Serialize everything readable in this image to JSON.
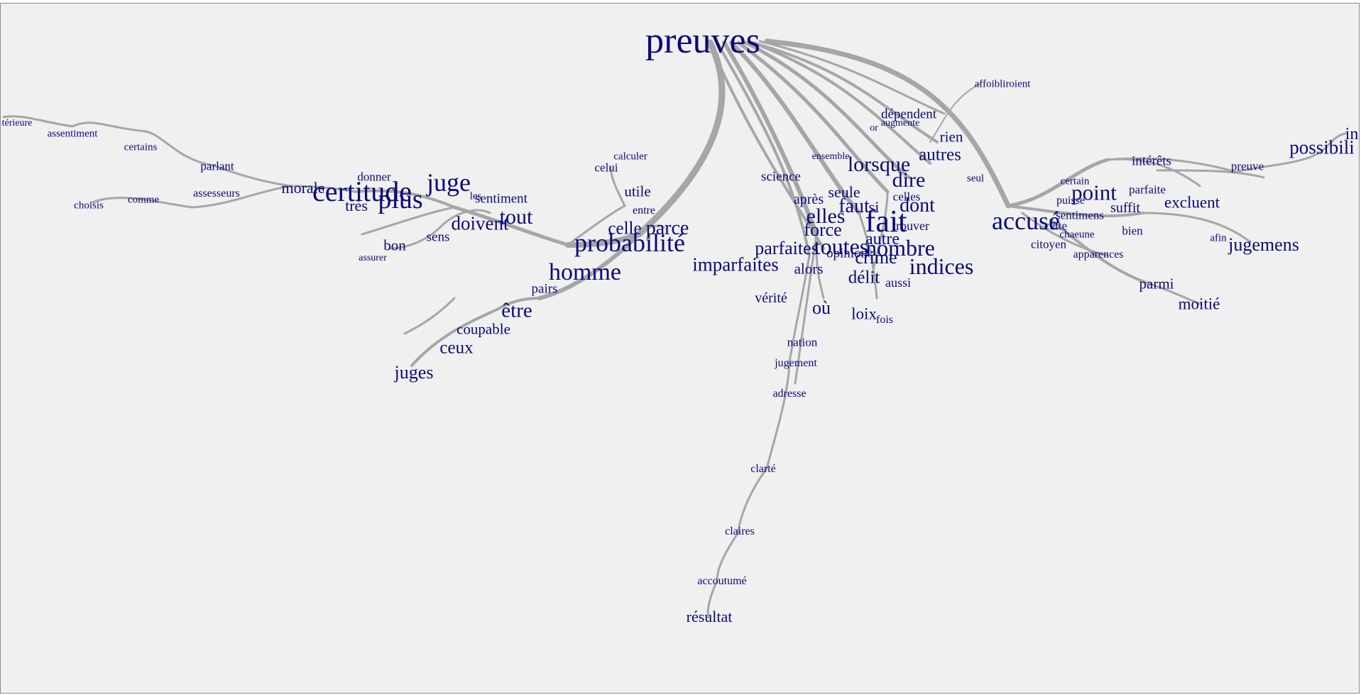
{
  "colors": {
    "background": "#f0f0f0",
    "text": "#0a0a7a",
    "links": "#a6a6a6"
  },
  "words": {
    "preuves": "preuves",
    "terieure": "térieure",
    "assentiment": "assentiment",
    "certains": "certains",
    "parlant": "parlant",
    "choisis": "choisis",
    "comme": "comme",
    "assesseurs": "assesseurs",
    "morale": "morale",
    "certitude": "certitude",
    "tres": "très",
    "plus": "plus",
    "donner": "donner",
    "juge": "juge",
    "sentiment": "sentiment",
    "les": "les",
    "tout": "tout",
    "doivent": "doivent",
    "sens": "sens",
    "bon": "bon",
    "assurer": "assurer",
    "calculer": "calculer",
    "celui": "celui",
    "utile": "utile",
    "entre": "entre",
    "celle": "celle",
    "parce": "parce",
    "probabilite": "probabilité",
    "homme": "homme",
    "pairs": "pairs",
    "etre": "être",
    "coupable": "coupable",
    "ceux": "ceux",
    "juges": "juges",
    "science": "science",
    "ensemble": "ensemble",
    "lorsque": "lorsque",
    "affoibliroient": "affoibliroient",
    "dependent": "dépendent",
    "augmente": "augmente",
    "or": "or",
    "rien": "rien",
    "autres": "autres",
    "dire": "dire",
    "seul": "seul",
    "apres": "après",
    "seule": "seule",
    "celles": "celles",
    "elles": "elles",
    "faut": "faut",
    "si": "si",
    "fait": "fait",
    "dont": "dont",
    "force": "force",
    "trouver": "trouver",
    "autre": "autre",
    "parfaites": "parfaites",
    "toutes": "toutes",
    "nombre": "nombre",
    "opinion": "opinion",
    "crime": "crime",
    "imparfaites": "imparfaites",
    "alors": "alors",
    "indices": "indices",
    "delit": "délit",
    "aussi": "aussi",
    "verite": "vérité",
    "ou": "où",
    "loix": "loix",
    "fois": "fois",
    "nation": "nation",
    "jugement": "jugement",
    "adresse": "adresse",
    "clarte": "clarté",
    "claires": "claires",
    "accoutume": "accoutumé",
    "resultat": "résultat",
    "accuse": "accusé",
    "interets": "intérêts",
    "preuve": "preuve",
    "possibili": "possibili",
    "in": "in",
    "certain": "certain",
    "point": "point",
    "parfaite": "parfaite",
    "puisse": "puisse",
    "suffit": "suffit",
    "excluent": "excluent",
    "sentimens": "sentimens",
    "cette": "cette",
    "chaeune": "chaeune",
    "bien": "bien",
    "afin": "afin",
    "jugemens": "jugemens",
    "citoyen": "citoyen",
    "apparences": "apparences",
    "parmi": "parmi",
    "moitie": "moitié"
  }
}
